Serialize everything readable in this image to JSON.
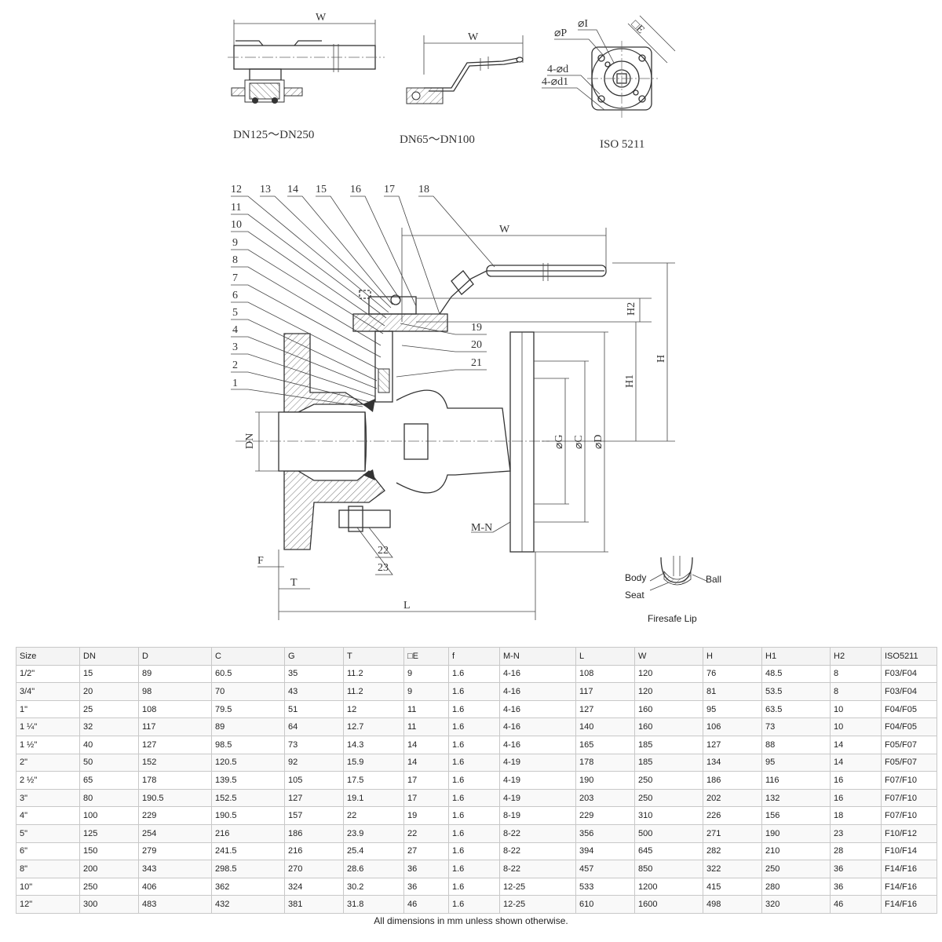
{
  "drawing": {
    "top_views": [
      {
        "caption": "DN125～DN250",
        "dim": "W"
      },
      {
        "caption": "DN65～DN100",
        "dim": "W"
      },
      {
        "caption": "ISO 5211",
        "labels": [
          "□E",
          "⌀P",
          "⌀I",
          "4-⌀d",
          "4-⌀d1"
        ]
      }
    ],
    "part_numbers": [
      "1",
      "2",
      "3",
      "4",
      "5",
      "6",
      "7",
      "8",
      "9",
      "10",
      "11",
      "12",
      "13",
      "14",
      "15",
      "16",
      "17",
      "18",
      "19",
      "20",
      "21",
      "22",
      "23"
    ],
    "dimensions": {
      "W": "W",
      "H": "H",
      "H1": "H1",
      "H2": "H2",
      "DN": "DN",
      "G": "⌀G",
      "C": "⌀C",
      "D": "⌀D",
      "MN": "M-N",
      "F": "F",
      "T": "T",
      "L": "L"
    },
    "firesafe": {
      "body": "Body",
      "ball": "Ball",
      "seat": "Seat",
      "title": "Firesafe Lip"
    }
  },
  "table": {
    "columns": [
      "Size",
      "DN",
      "D",
      "C",
      "G",
      "T",
      "□E",
      "f",
      "M-N",
      "L",
      "W",
      "H",
      "H1",
      "H2",
      "ISO5211"
    ],
    "rows": [
      [
        "1/2\"",
        "15",
        "89",
        "60.5",
        "35",
        "11.2",
        "9",
        "1.6",
        "4-16",
        "108",
        "120",
        "76",
        "48.5",
        "8",
        "F03/F04"
      ],
      [
        "3/4\"",
        "20",
        "98",
        "70",
        "43",
        "11.2",
        "9",
        "1.6",
        "4-16",
        "117",
        "120",
        "81",
        "53.5",
        "8",
        "F03/F04"
      ],
      [
        "1\"",
        "25",
        "108",
        "79.5",
        "51",
        "12",
        "11",
        "1.6",
        "4-16",
        "127",
        "160",
        "95",
        "63.5",
        "10",
        "F04/F05"
      ],
      [
        "1 ¼\"",
        "32",
        "117",
        "89",
        "64",
        "12.7",
        "11",
        "1.6",
        "4-16",
        "140",
        "160",
        "106",
        "73",
        "10",
        "F04/F05"
      ],
      [
        "1 ½\"",
        "40",
        "127",
        "98.5",
        "73",
        "14.3",
        "14",
        "1.6",
        "4-16",
        "165",
        "185",
        "127",
        "88",
        "14",
        "F05/F07"
      ],
      [
        "2\"",
        "50",
        "152",
        "120.5",
        "92",
        "15.9",
        "14",
        "1.6",
        "4-19",
        "178",
        "185",
        "134",
        "95",
        "14",
        "F05/F07"
      ],
      [
        "2 ½\"",
        "65",
        "178",
        "139.5",
        "105",
        "17.5",
        "17",
        "1.6",
        "4-19",
        "190",
        "250",
        "186",
        "116",
        "16",
        "F07/F10"
      ],
      [
        "3\"",
        "80",
        "190.5",
        "152.5",
        "127",
        "19.1",
        "17",
        "1.6",
        "4-19",
        "203",
        "250",
        "202",
        "132",
        "16",
        "F07/F10"
      ],
      [
        "4\"",
        "100",
        "229",
        "190.5",
        "157",
        "22",
        "19",
        "1.6",
        "8-19",
        "229",
        "310",
        "226",
        "156",
        "18",
        "F07/F10"
      ],
      [
        "5\"",
        "125",
        "254",
        "216",
        "186",
        "23.9",
        "22",
        "1.6",
        "8-22",
        "356",
        "500",
        "271",
        "190",
        "23",
        "F10/F12"
      ],
      [
        "6\"",
        "150",
        "279",
        "241.5",
        "216",
        "25.4",
        "27",
        "1.6",
        "8-22",
        "394",
        "645",
        "282",
        "210",
        "28",
        "F10/F14"
      ],
      [
        "8\"",
        "200",
        "343",
        "298.5",
        "270",
        "28.6",
        "36",
        "1.6",
        "8-22",
        "457",
        "850",
        "322",
        "250",
        "36",
        "F14/F16"
      ],
      [
        "10\"",
        "250",
        "406",
        "362",
        "324",
        "30.2",
        "36",
        "1.6",
        "12-25",
        "533",
        "1200",
        "415",
        "280",
        "36",
        "F14/F16"
      ],
      [
        "12\"",
        "300",
        "483",
        "432",
        "381",
        "31.8",
        "46",
        "1.6",
        "12-25",
        "610",
        "1600",
        "498",
        "320",
        "46",
        "F14/F16"
      ]
    ]
  },
  "footnote": "All dimensions in mm unless shown otherwise."
}
